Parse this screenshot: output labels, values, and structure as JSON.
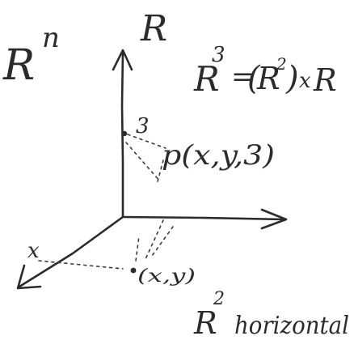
{
  "labels": {
    "rn_base": "R",
    "rn_exp": "n",
    "axis_z": "R",
    "eq_lhs_base": "R",
    "eq_lhs_exp": "3",
    "eq_eq": "=",
    "eq_paren_open": "(",
    "eq_inner_base": "R",
    "eq_inner_exp": "2",
    "eq_paren_close": ")",
    "eq_times": "x",
    "eq_rhs": "R",
    "z_tick": "3",
    "point3d": "p(x,y,3)",
    "x_axis": "x",
    "point2d": "(x,y)",
    "plane_base": "R",
    "plane_exp": "2",
    "plane_text": "horizontal"
  },
  "colors": {
    "ink": "#2b2b2b",
    "paper": "#ffffff"
  }
}
